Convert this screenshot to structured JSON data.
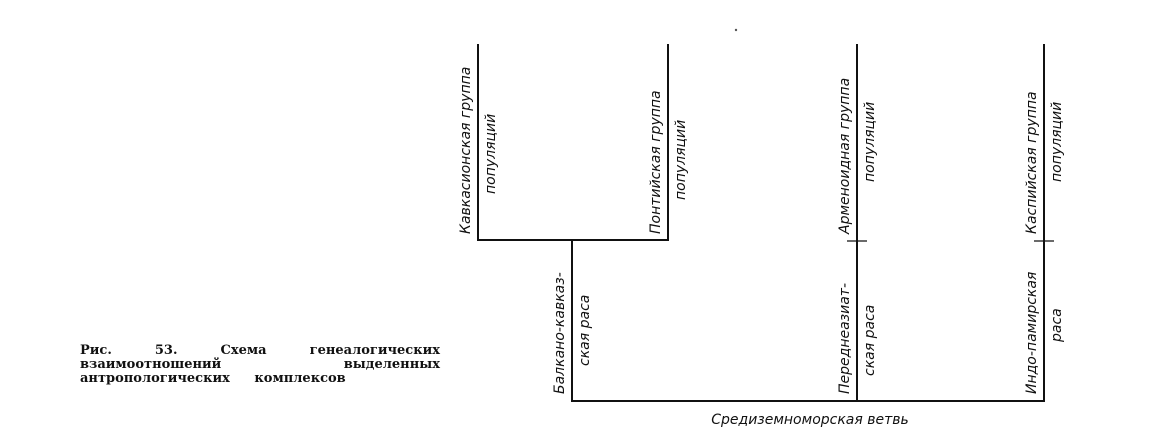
{
  "caption": {
    "lines": [
      "Рис. 53. Схема генеалогических",
      "взаимоотношений выделенных",
      "антропологических комплексов"
    ]
  },
  "tree": {
    "leaves": [
      {
        "id": "caucasian",
        "label_lines": [
          "Кавкасионская группа",
          "популяций"
        ]
      },
      {
        "id": "pontic",
        "label_lines": [
          "Понтийская группа",
          "популяций"
        ]
      },
      {
        "id": "armenoid",
        "label_lines": [
          "Арменоидная группа",
          "популяций"
        ]
      },
      {
        "id": "caspian",
        "label_lines": [
          "Каспийская группа",
          "популяций"
        ]
      }
    ],
    "races": [
      {
        "id": "balkan-caucasian",
        "label_lines": [
          "Балкано-кавказ-",
          "ская раса"
        ]
      },
      {
        "id": "near-asian",
        "label_lines": [
          "Переднеазиат-",
          "ская раса"
        ]
      },
      {
        "id": "indo-pamir",
        "label_lines": [
          "Индо-памирская",
          "раса"
        ]
      }
    ],
    "root_label": "Средиземноморская ветвь"
  }
}
